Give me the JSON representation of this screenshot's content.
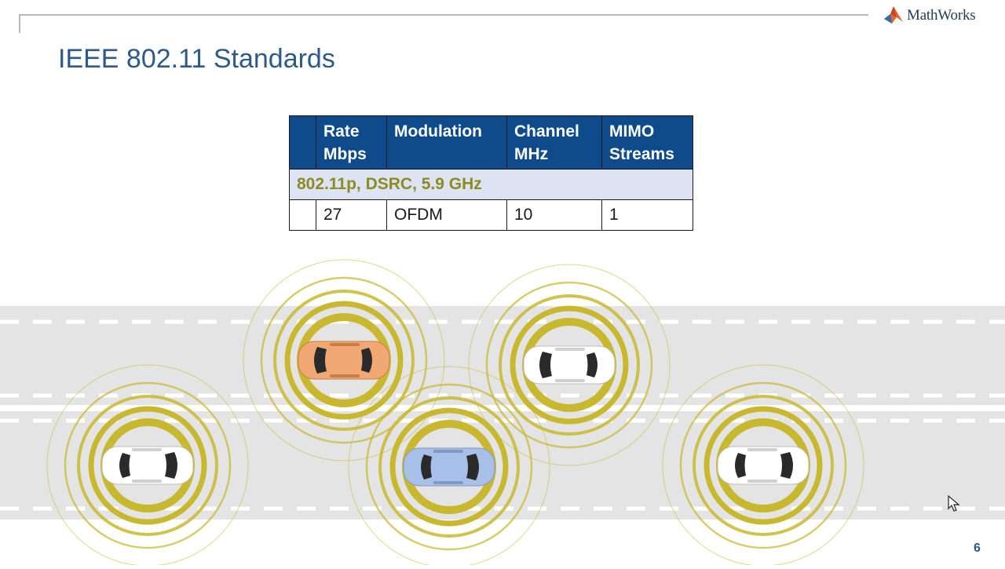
{
  "logo": {
    "text": "MathWorks",
    "brand_color": "#e16737"
  },
  "slide": {
    "title": "IEEE 802.11 Standards",
    "page_number": "6"
  },
  "table": {
    "headers": [
      {
        "l1": "",
        "l2": ""
      },
      {
        "l1": "Rate",
        "l2": "Mbps"
      },
      {
        "l1": "Modulation",
        "l2": ""
      },
      {
        "l1": "Channel",
        "l2": "MHz"
      },
      {
        "l1": "MIMO",
        "l2": "Streams"
      }
    ],
    "group_label": "802.11p, DSRC, 5.9 GHz",
    "row": [
      "",
      "27",
      "OFDM",
      "10",
      "1"
    ],
    "header_color": "#0f4a8a",
    "group_color": "#8a8c22"
  },
  "illustration": {
    "ring_color": "#c8b830",
    "cars": [
      {
        "color": "#f2a873",
        "lane": 1
      },
      {
        "color": "#ffffff",
        "lane": 1
      },
      {
        "color": "#ffffff",
        "lane": 3
      },
      {
        "color": "#a8bfe8",
        "lane": 3
      },
      {
        "color": "#ffffff",
        "lane": 3
      }
    ]
  }
}
